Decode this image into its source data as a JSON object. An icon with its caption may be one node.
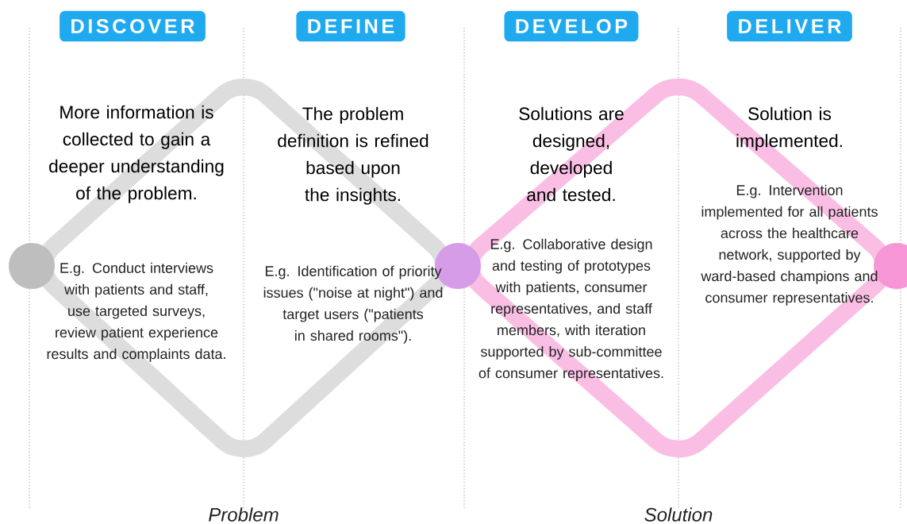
{
  "diagram": {
    "nodes": [
      {
        "text": [
          "DISCOVER"
        ]
      },
      {
        "text": [
          "DEFINE"
        ]
      },
      {
        "text": [
          "DEVELOP"
        ]
      },
      {
        "text": [
          "DELIVER"
        ]
      }
    ],
    "labels": [
      "More information is collected to gain a deeper understanding of the problem.",
      "E.g. Conduct interviews with patients and staff, use targeted surveys, review patient experience results and complaints data.",
      "The problem definition is refined based upon the insights.",
      "E.g. Identification of priority issues (\"noise at night\") and target users (\"patients in shared rooms\").",
      "Solutions are designed, developed and tested.",
      "E.g. Collaborative design and testing of prototypes with patients, consumer representatives, and staff members, with iteration supported by sub-committee of consumer representatives.",
      "Solution is implemented.",
      "E.g. Intervention implemented for all patients across the healthcare network, supported by ward-based champions and consumer representatives.",
      "Problem",
      "Solution"
    ]
  }
}
